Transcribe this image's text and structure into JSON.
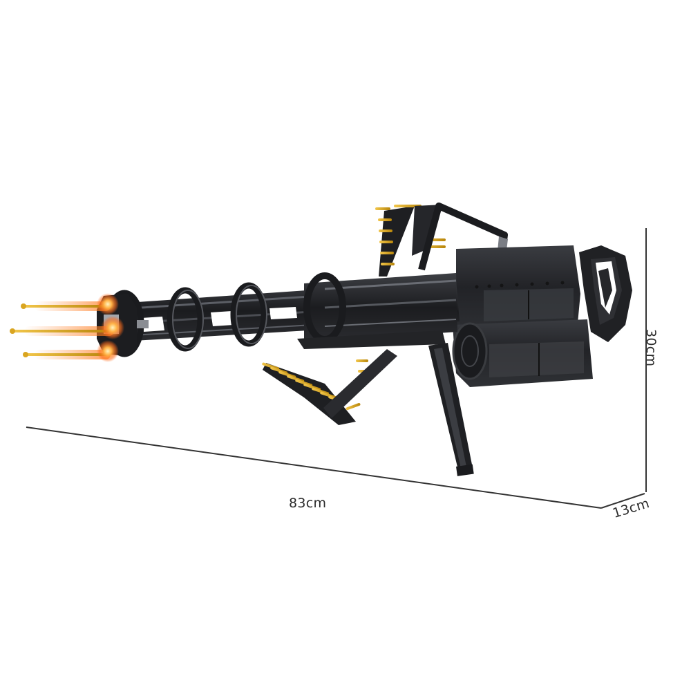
{
  "product": {
    "subject": "building-block minigun model",
    "colors": {
      "background": "#ffffff",
      "body": "#1c1d20",
      "body_highlight": "#4a4c52",
      "body_mid": "#2e3034",
      "ammo_gold": "#d9a521",
      "muzzle_flash": "#ff7a1a",
      "dimension_line": "#333333"
    }
  },
  "dimensions": {
    "length": "83cm",
    "depth": "13cm",
    "height": "30cm"
  }
}
